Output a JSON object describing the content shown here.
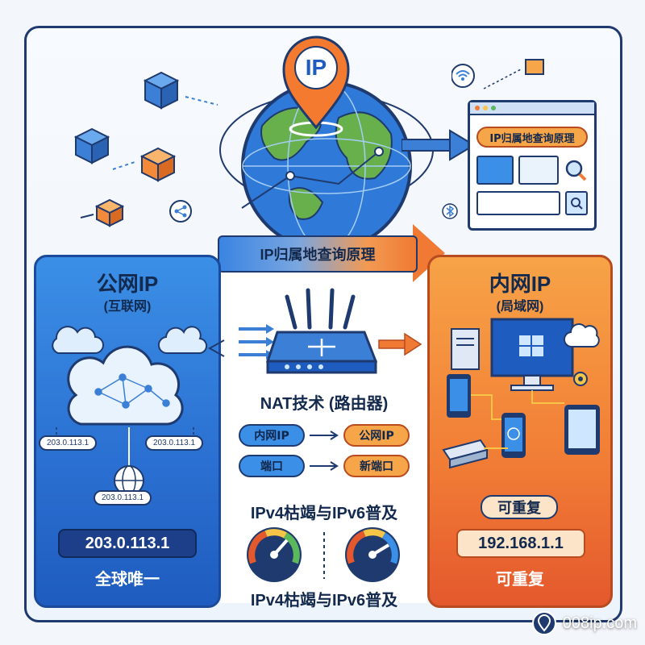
{
  "banner": {
    "label": "IP归属地查询原理"
  },
  "globe": {
    "pin_label": "IP"
  },
  "browser": {
    "label": "IP归属地查询原理"
  },
  "public": {
    "title": "公网IP",
    "subtitle": "(互联网)",
    "ip_left": "203.0.113.1",
    "ip_right": "203.0.113.1",
    "ip_bottom": "203.0.113.1",
    "main_ip": "203.0.113.1",
    "caption": "全球唯一"
  },
  "nat": {
    "title": "NAT技术 (路由器)",
    "row1_left": "内网IP",
    "row1_right": "公网IP",
    "row2_left": "端口",
    "row2_right": "新端口"
  },
  "exhaustion": {
    "title_top": "IPv4枯竭与IPv6普及",
    "title_bottom": "IPv4枯竭与IPv6普及"
  },
  "private": {
    "title": "内网IP",
    "subtitle": "(局域网)",
    "badge": "可重复",
    "main_ip": "192.168.1.1",
    "caption": "可重复"
  },
  "footer": {
    "site": "008ip.com"
  },
  "colors": {
    "navy": "#1f3a6e",
    "blue": "#3b8fe6",
    "orange": "#f07a33"
  }
}
